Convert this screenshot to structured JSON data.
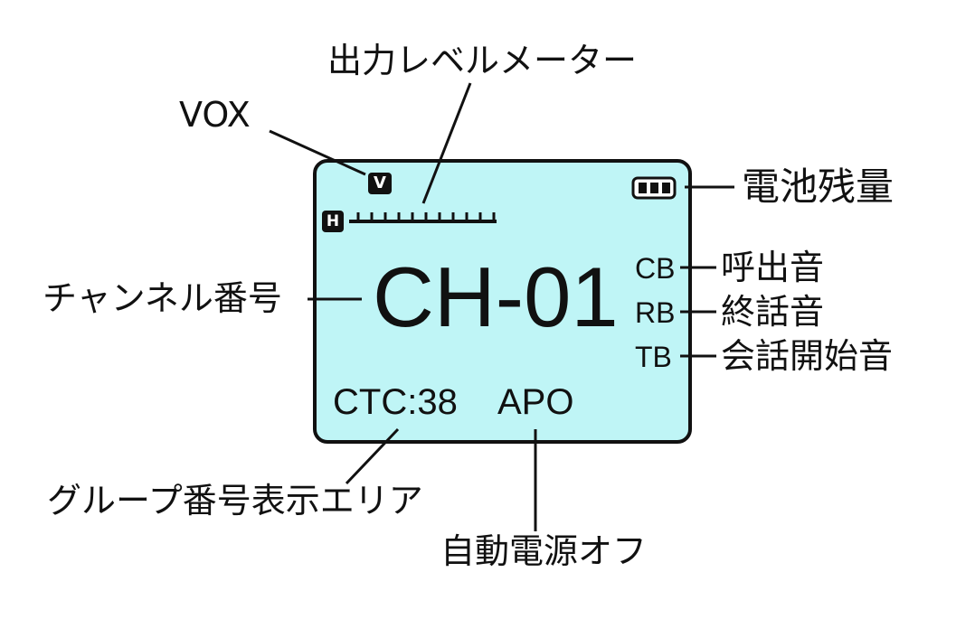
{
  "diagram": {
    "display": {
      "vox_indicator": "V",
      "high_power_indicator": "H",
      "channel_display": "CH-01",
      "ctc_display": "CTC:38",
      "apo_display": "APO",
      "cb_indicator": "CB",
      "rb_indicator": "RB",
      "tb_indicator": "TB",
      "screen_color": "#bff5f6"
    },
    "callouts": {
      "output_level_meter": "出力レベルメーター",
      "vox": "VOX",
      "battery_level": "電池残量",
      "channel_number": "チャンネル番号",
      "call_tone": "呼出音",
      "end_tone": "終話音",
      "talk_start_tone": "会話開始音",
      "group_number_area": "グループ番号表示エリア",
      "auto_power_off": "自動電源オフ"
    }
  }
}
